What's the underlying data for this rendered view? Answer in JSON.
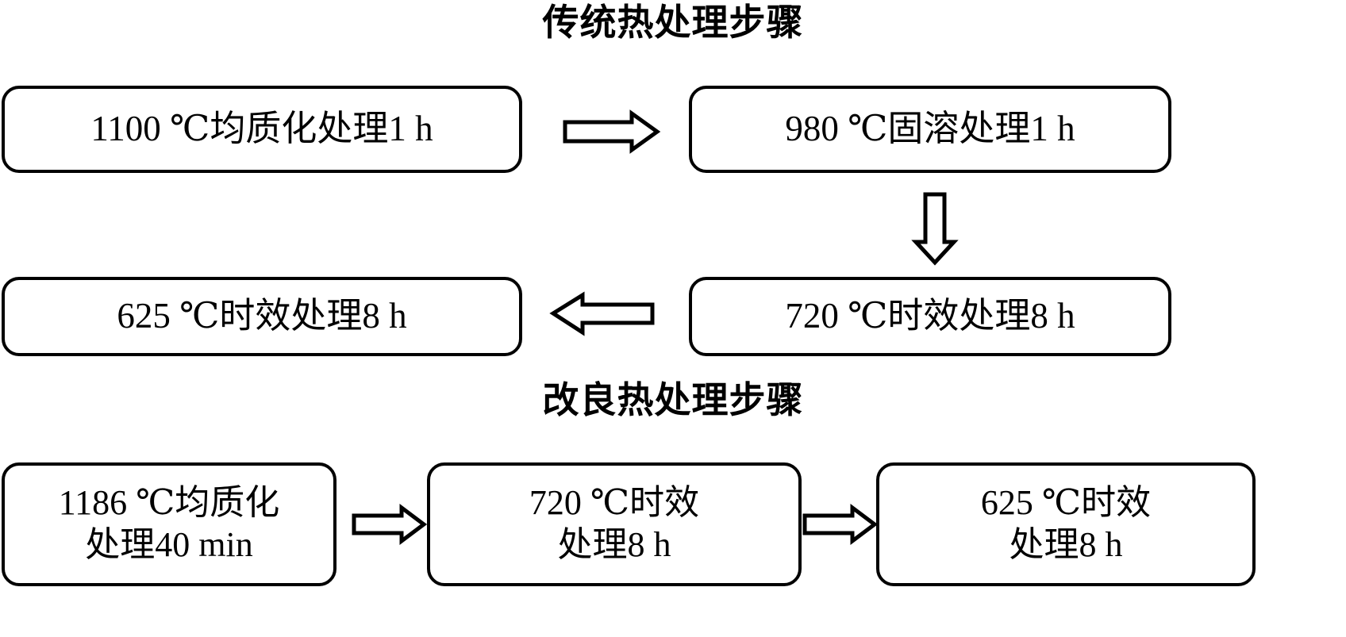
{
  "diagram": {
    "title_traditional": "传统热处理步骤",
    "title_improved": "改良热处理步骤",
    "traditional_steps": [
      {
        "id": "trad-1",
        "label": "1100 ℃均质化处理1 h"
      },
      {
        "id": "trad-2",
        "label": "980 ℃固溶处理1 h"
      },
      {
        "id": "trad-3",
        "label": "720 ℃时效处理8 h"
      },
      {
        "id": "trad-4",
        "label": "625 ℃时效处理8 h"
      }
    ],
    "improved_steps": [
      {
        "id": "impr-1",
        "label": "1186 ℃均质化\n处理40 min"
      },
      {
        "id": "impr-2",
        "label": "720 ℃时效\n处理8 h"
      },
      {
        "id": "impr-3",
        "label": "625 ℃时效\n处理8  h"
      }
    ],
    "arrows": [
      {
        "id": "arrow-trad-1-to-2",
        "direction": "right"
      },
      {
        "id": "arrow-trad-2-to-3",
        "direction": "down"
      },
      {
        "id": "arrow-trad-3-to-4",
        "direction": "left"
      },
      {
        "id": "arrow-impr-1-to-2",
        "direction": "right"
      },
      {
        "id": "arrow-impr-2-to-3",
        "direction": "right"
      }
    ],
    "colors": {
      "stroke": "#000000",
      "fill": "#ffffff",
      "text": "#000000"
    }
  }
}
